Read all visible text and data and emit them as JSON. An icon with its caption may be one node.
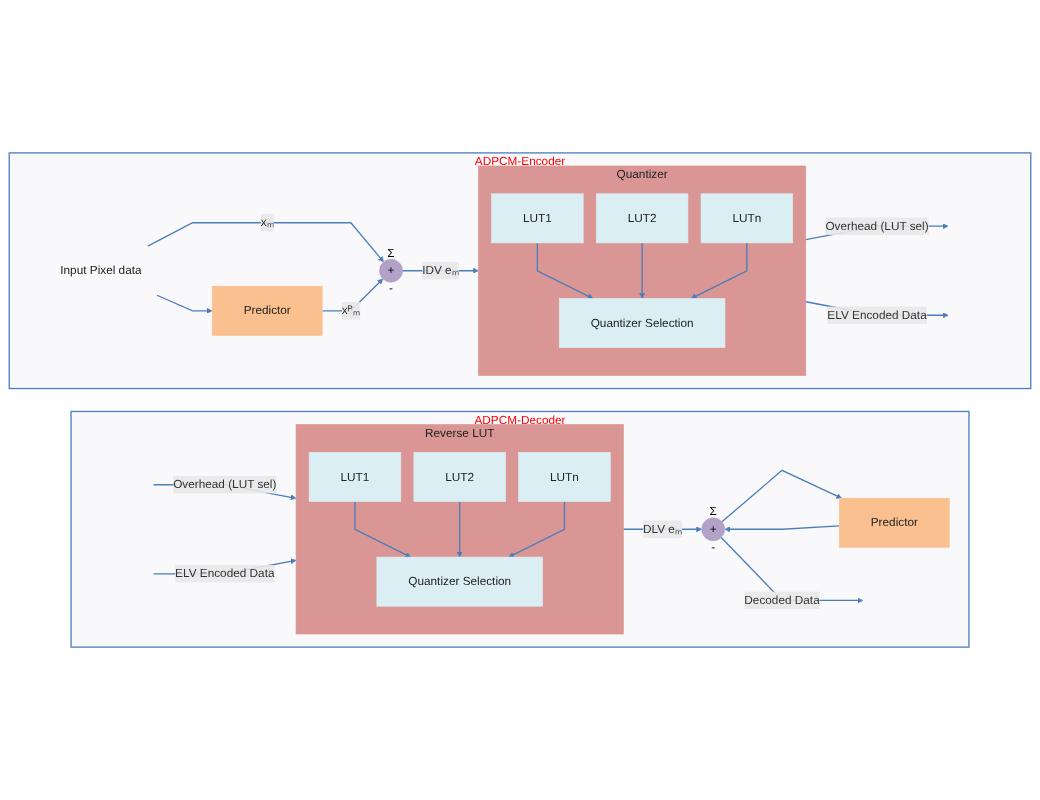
{
  "diagram": {
    "nodes": [
      {
        "text": [
          "ADPCM-Encoder"
        ]
      },
      {
        "text": [
          "Predictor"
        ],
        "in": 0
      },
      {
        "text": [
          "Σ",
          "+",
          "-"
        ],
        "in": 0
      },
      {
        "text": [
          "Input Pixel data"
        ],
        "in": 0
      },
      {
        "text": [
          "Quantizer"
        ],
        "in": 0
      },
      {
        "text": [
          "LUT1"
        ],
        "in": 4
      },
      {
        "text": [
          "LUT2"
        ],
        "in": 4
      },
      {
        "text": [
          "LUTn"
        ],
        "in": 4
      },
      {
        "text": [
          "Quantizer Selection"
        ],
        "in": 4
      },
      {
        "text": [
          "ADPCM-Decoder"
        ]
      },
      {
        "text": [
          "Reverse LUT"
        ],
        "in": 9
      },
      {
        "text": [
          "LUT1"
        ],
        "in": 10
      },
      {
        "text": [
          "LUT2"
        ],
        "in": 10
      },
      {
        "text": [
          "LUTn"
        ],
        "in": 10
      },
      {
        "text": [
          "Quantizer Selection"
        ],
        "in": 10
      },
      {
        "text": [
          "Predictor"
        ],
        "in": 9
      },
      {
        "text": [
          "Σ",
          "+",
          "-"
        ],
        "in": 9
      }
    ],
    "edges": [
      {
        "from": 3,
        "to": 1,
        "arrow": "to"
      },
      {
        "from": 3,
        "to": 2,
        "arrow": "to",
        "label": "xₘ"
      },
      {
        "from": 1,
        "to": 2,
        "arrow": "to",
        "label": "xᴾₘ"
      },
      {
        "from": 5,
        "to": 8,
        "arrow": "to"
      },
      {
        "from": 6,
        "to": 8,
        "arrow": "to"
      },
      {
        "from": 7,
        "to": 8,
        "arrow": "to"
      },
      {
        "from": 2,
        "to": 4,
        "arrow": "to",
        "label": "IDV eₘ"
      },
      {
        "from": 4,
        "to": null,
        "arrow": "to",
        "label": "Overhead (LUT sel)"
      },
      {
        "from": 4,
        "to": null,
        "arrow": "to",
        "label": "ELV Encoded Data"
      },
      {
        "from": null,
        "to": 10,
        "arrow": "to",
        "label": "Overhead (LUT sel)"
      },
      {
        "from": null,
        "to": 10,
        "arrow": "to",
        "label": "ELV Encoded Data"
      },
      {
        "from": 11,
        "to": 14,
        "arrow": "to"
      },
      {
        "from": 12,
        "to": 14,
        "arrow": "to"
      },
      {
        "from": 13,
        "to": 14,
        "arrow": "to"
      },
      {
        "from": 10,
        "to": 16,
        "arrow": "to",
        "label": "DLV eₘ"
      },
      {
        "from": 15,
        "to": 16,
        "arrow": "to"
      },
      {
        "from": 16,
        "to": 15,
        "arrow": "to"
      },
      {
        "from": 16,
        "to": null,
        "arrow": "to",
        "label": "Decoded Data"
      }
    ]
  }
}
